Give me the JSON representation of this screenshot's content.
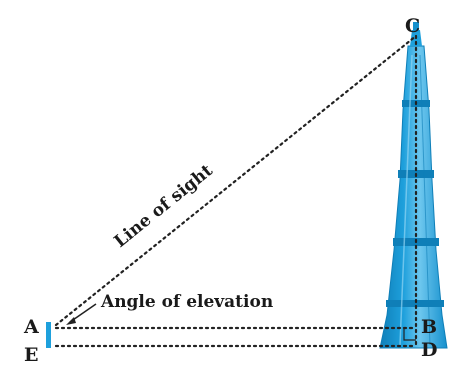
{
  "labels": {
    "A": "A",
    "B": "B",
    "C": "C",
    "D": "D",
    "E": "E"
  },
  "annotations": {
    "line_of_sight": "Line of sight",
    "angle_of_elevation": "Angle of elevation"
  },
  "colors": {
    "tower": "#1ea0dc",
    "tower_dark": "#0f7fb8",
    "tower_light": "#8fd4f3",
    "line": "#222222"
  }
}
